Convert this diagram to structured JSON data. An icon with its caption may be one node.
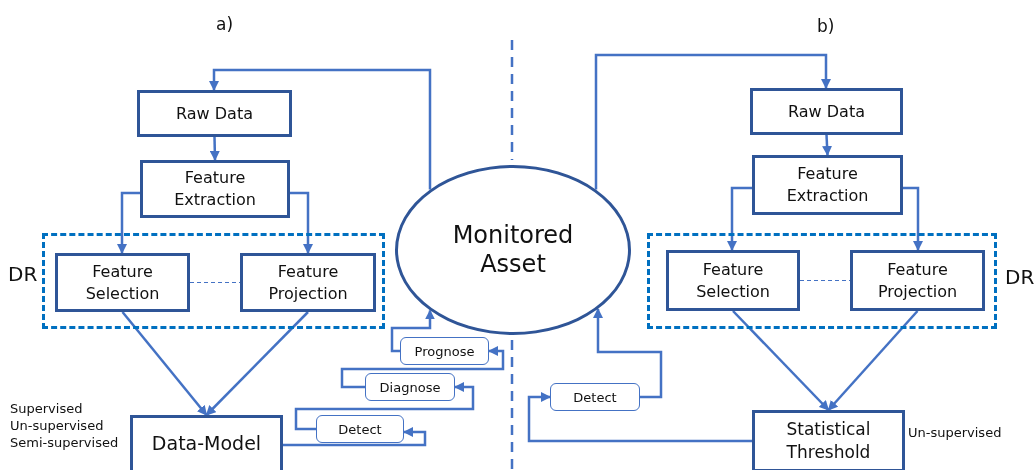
{
  "diagram": {
    "nodes": [
      {
        "text": [
          "Monitored Asset"
        ]
      },
      {
        "text": [],
        "shape": "box",
        "beside": [
          "DR"
        ]
      },
      {
        "text": [
          "Raw Data"
        ]
      },
      {
        "text": [
          "Feature Extraction"
        ]
      },
      {
        "text": [
          "Feature Selection"
        ],
        "in": 1
      },
      {
        "text": [
          "Feature Projection"
        ],
        "in": 1
      },
      {
        "text": [
          "Data-Model"
        ],
        "beside": [
          "Supervised",
          "Un-supervised",
          "Semi-supervised"
        ]
      },
      {
        "text": [
          "Prognose"
        ]
      },
      {
        "text": [
          "Diagnose"
        ]
      },
      {
        "text": [
          "Detect"
        ]
      },
      {
        "text": [],
        "shape": "box",
        "beside": [
          "DR"
        ]
      },
      {
        "text": [
          "Raw Data"
        ]
      },
      {
        "text": [
          "Feature Extraction"
        ]
      },
      {
        "text": [
          "Feature Selection"
        ],
        "in": 10
      },
      {
        "text": [
          "Feature Projection"
        ],
        "in": 10
      },
      {
        "text": [
          "Statistical Threshold"
        ],
        "beside": [
          "Un-supervised"
        ]
      },
      {
        "text": [
          "Detect"
        ]
      }
    ],
    "edges": [
      {
        "from": 0,
        "to": 2,
        "arrow": "to"
      },
      {
        "from": 2,
        "to": 3,
        "arrow": "to"
      },
      {
        "from": 3,
        "to": 4,
        "arrow": "to"
      },
      {
        "from": 3,
        "to": 5,
        "arrow": "to"
      },
      {
        "from": 4,
        "to": 5,
        "arrow": "none",
        "style": "dashed"
      },
      {
        "from": 4,
        "to": 6,
        "arrow": "to"
      },
      {
        "from": 5,
        "to": 6,
        "arrow": "to"
      },
      {
        "from": 6,
        "to": 9,
        "arrow": "to"
      },
      {
        "from": 9,
        "to": 8,
        "arrow": "to"
      },
      {
        "from": 8,
        "to": 7,
        "arrow": "to"
      },
      {
        "from": 7,
        "to": 0,
        "arrow": "to"
      },
      {
        "from": 0,
        "to": 11,
        "arrow": "to"
      },
      {
        "from": 11,
        "to": 12,
        "arrow": "to"
      },
      {
        "from": 12,
        "to": 13,
        "arrow": "to"
      },
      {
        "from": 12,
        "to": 14,
        "arrow": "to"
      },
      {
        "from": 13,
        "to": 14,
        "arrow": "none",
        "style": "dashed"
      },
      {
        "from": 13,
        "to": 15,
        "arrow": "to"
      },
      {
        "from": 14,
        "to": 15,
        "arrow": "to"
      },
      {
        "from": 15,
        "to": 16,
        "arrow": "to"
      },
      {
        "from": 16,
        "to": 0,
        "arrow": "to"
      }
    ],
    "labels": [
      "a)",
      "b)"
    ]
  }
}
